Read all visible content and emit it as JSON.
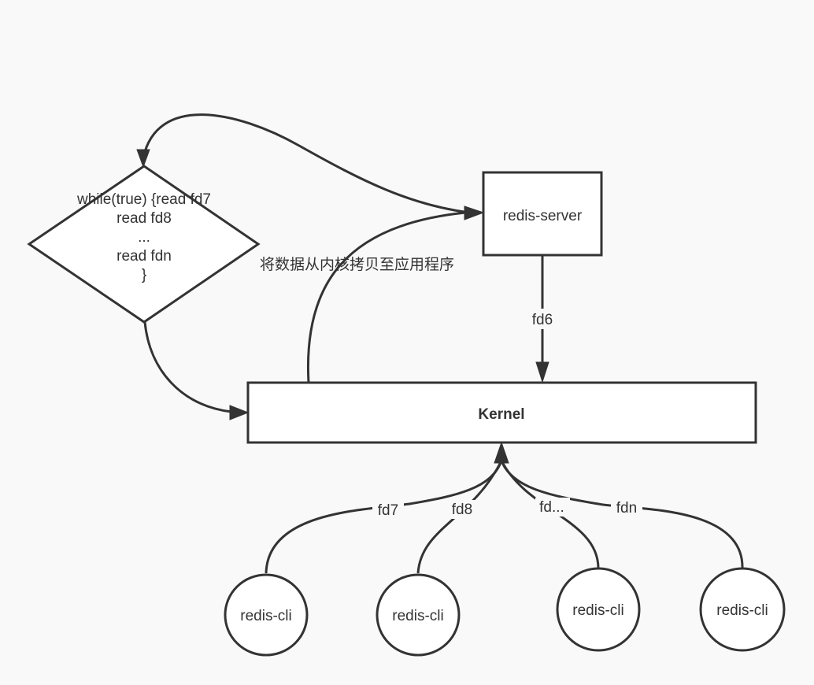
{
  "diagram": {
    "loop_node": {
      "lines": [
        "while(true) {read fd7",
        "read fd8",
        "...",
        "read fdn",
        "}"
      ]
    },
    "server_node": {
      "label": "redis-server"
    },
    "kernel_node": {
      "label": "Kernel"
    },
    "copy_label": "将数据从内核拷贝至应用程序",
    "server_to_kernel_label": "fd6",
    "clients": [
      {
        "label": "redis-cli",
        "fd_label": "fd7"
      },
      {
        "label": "redis-cli",
        "fd_label": "fd8"
      },
      {
        "label": "redis-cli",
        "fd_label": "fd..."
      },
      {
        "label": "redis-cli",
        "fd_label": "fdn"
      }
    ]
  }
}
